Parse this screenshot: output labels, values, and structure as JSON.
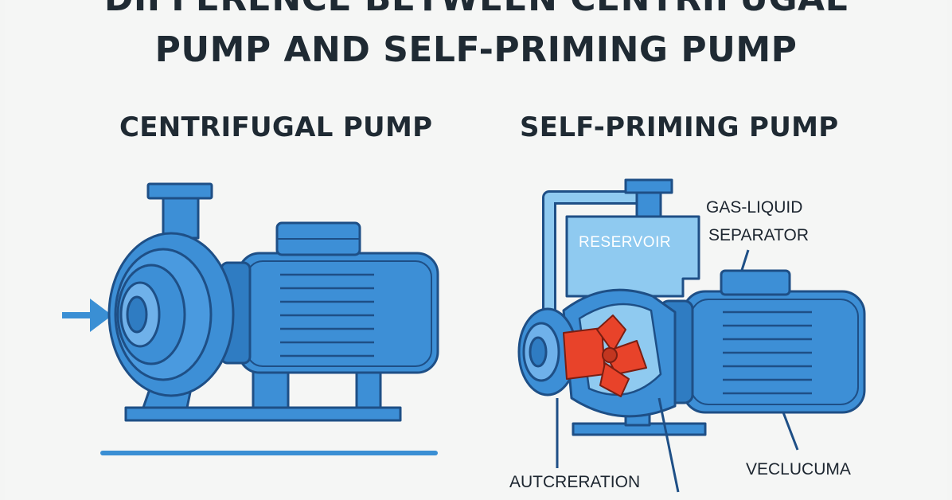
{
  "title": {
    "line1": "DIFFERENCE BETWEEN CENTRIFUGAL",
    "line2": "PUMP AND SELF-PRIMING PUMP"
  },
  "left_panel": {
    "heading": "CENTRIFUGAL PUMP"
  },
  "right_panel": {
    "heading": "SELF-PRIMING PUMP",
    "labels": {
      "reservoir": "RESERVOIR",
      "gas_liquid_line1": "GAS-LIQUID",
      "gas_liquid_line2": "SEPARATOR",
      "autcreration": "AUTCRERATION",
      "veclucuma": "VECLUCUMA"
    }
  },
  "colors": {
    "pump_fill": "#3d8fd6",
    "pump_outline": "#1e4f86",
    "pump_light": "#6fb1ea",
    "reservoir_fill": "#8fcaf0",
    "impeller": "#e8432a",
    "arrow": "#3a8fd4",
    "title_text": "#1f2a33"
  },
  "icons": {
    "inlet_arrow": "arrow-right-icon"
  }
}
